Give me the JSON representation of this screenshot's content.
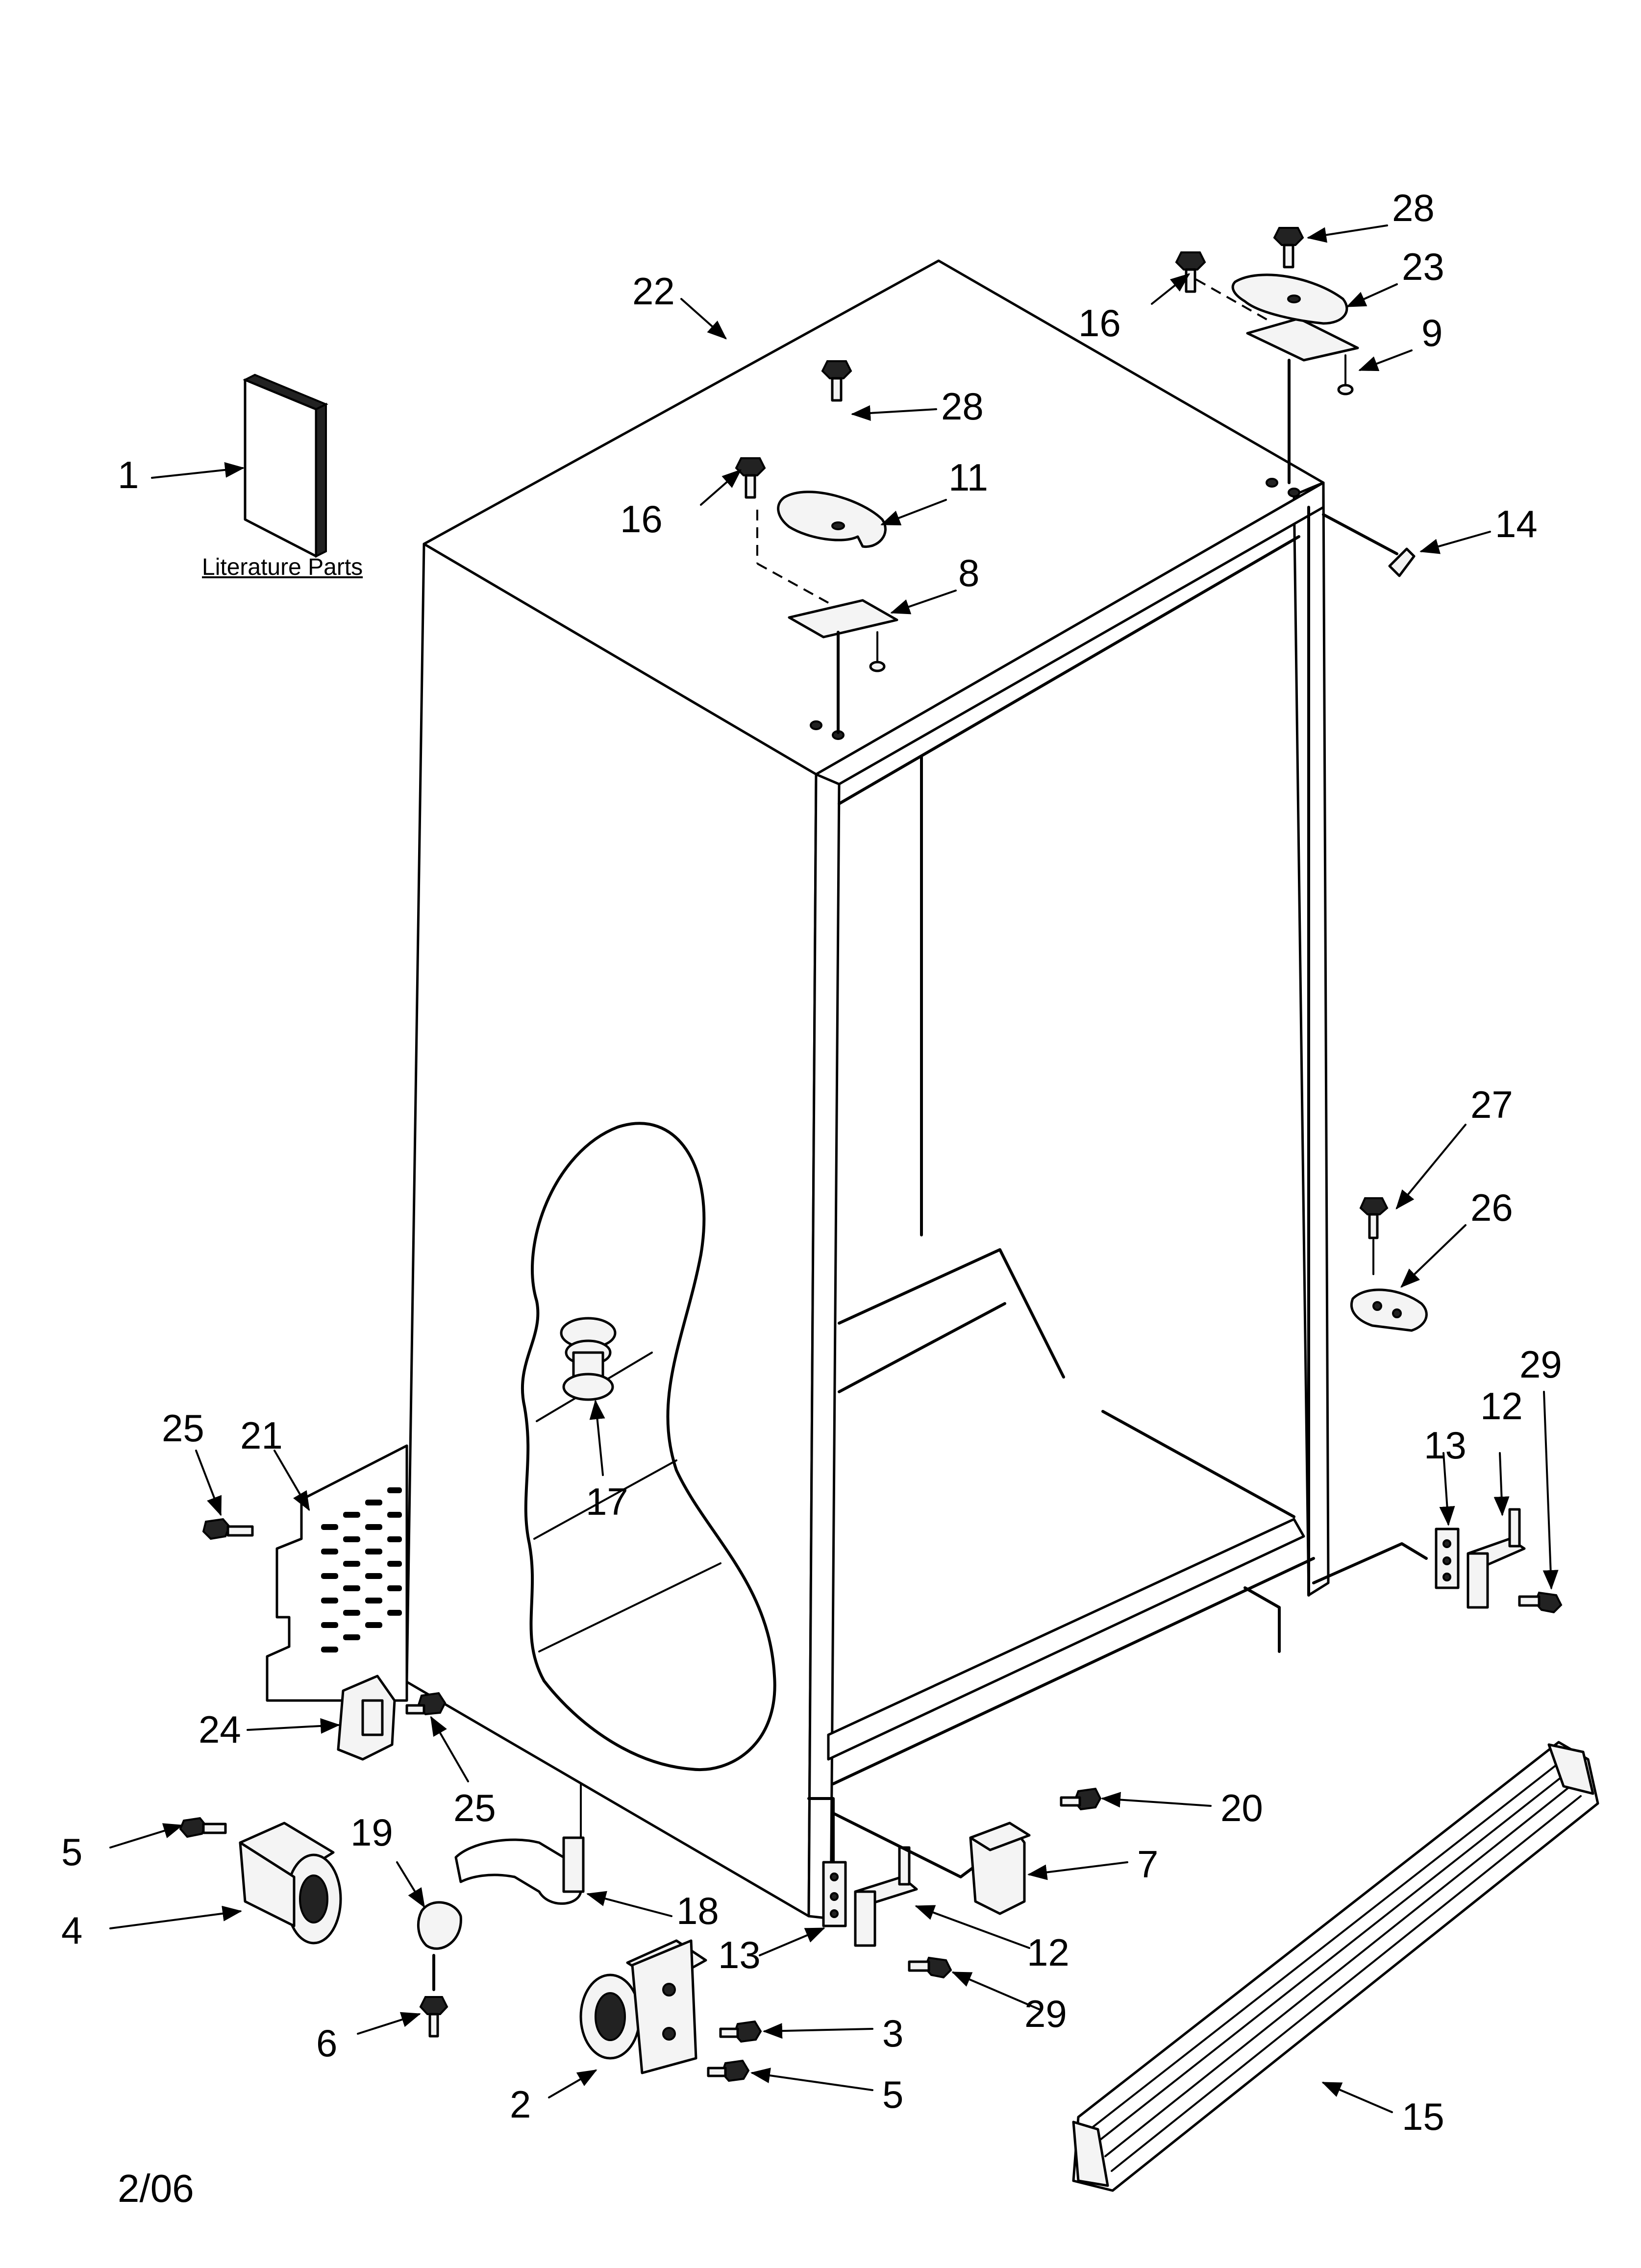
{
  "labels": {
    "p1": "1",
    "p2": "2",
    "p3": "3",
    "p4": "4",
    "p5a": "5",
    "p5b": "5",
    "p6": "6",
    "p7": "7",
    "p8": "8",
    "p9": "9",
    "p11": "11",
    "p12a": "12",
    "p12b": "12",
    "p13a": "13",
    "p13b": "13",
    "p14": "14",
    "p15": "15",
    "p16a": "16",
    "p16b": "16",
    "p17": "17",
    "p18": "18",
    "p19": "19",
    "p20": "20",
    "p21": "21",
    "p22": "22",
    "p23": "23",
    "p24": "24",
    "p25a": "25",
    "p25b": "25",
    "p26": "26",
    "p27": "27",
    "p28a": "28",
    "p28b": "28",
    "p29a": "29",
    "p29b": "29"
  },
  "literature_caption": "Literature Parts",
  "date_code": "2/06"
}
